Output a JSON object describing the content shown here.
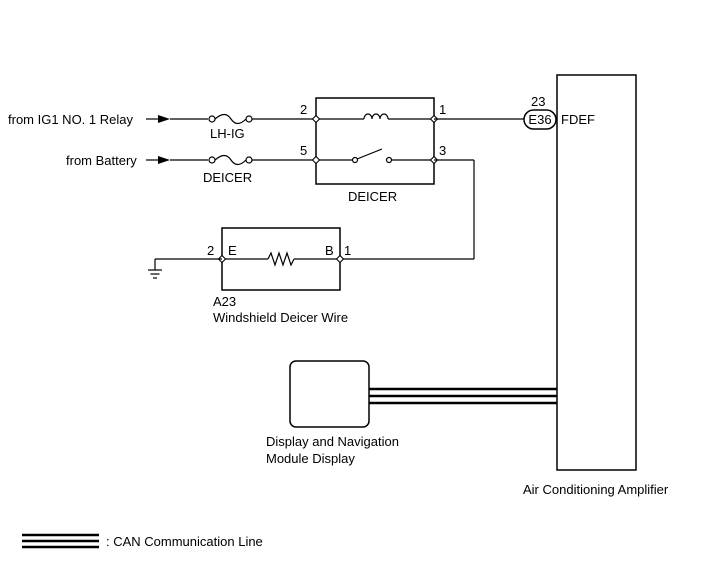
{
  "inputs": {
    "ig1_relay": "from IG1 NO. 1 Relay",
    "battery": "from Battery"
  },
  "fuses": {
    "lh_ig": "LH-IG",
    "deicer": "DEICER"
  },
  "deicer_relay": {
    "label": "DEICER",
    "pins": {
      "p2": "2",
      "p1": "1",
      "p5": "5",
      "p3": "3"
    }
  },
  "connector": {
    "pin": "23",
    "code": "E36",
    "signal": "FDEF"
  },
  "deicer_wire": {
    "code": "A23",
    "name": "Windshield Deicer Wire",
    "pin_left": "2",
    "term_left": "E",
    "term_right": "B",
    "pin_right": "1"
  },
  "display_module": {
    "line1": "Display and Navigation",
    "line2": "Module Display"
  },
  "ac_amplifier": {
    "label": "Air Conditioning Amplifier"
  },
  "legend": {
    "can_line": ": CAN Communication Line"
  }
}
